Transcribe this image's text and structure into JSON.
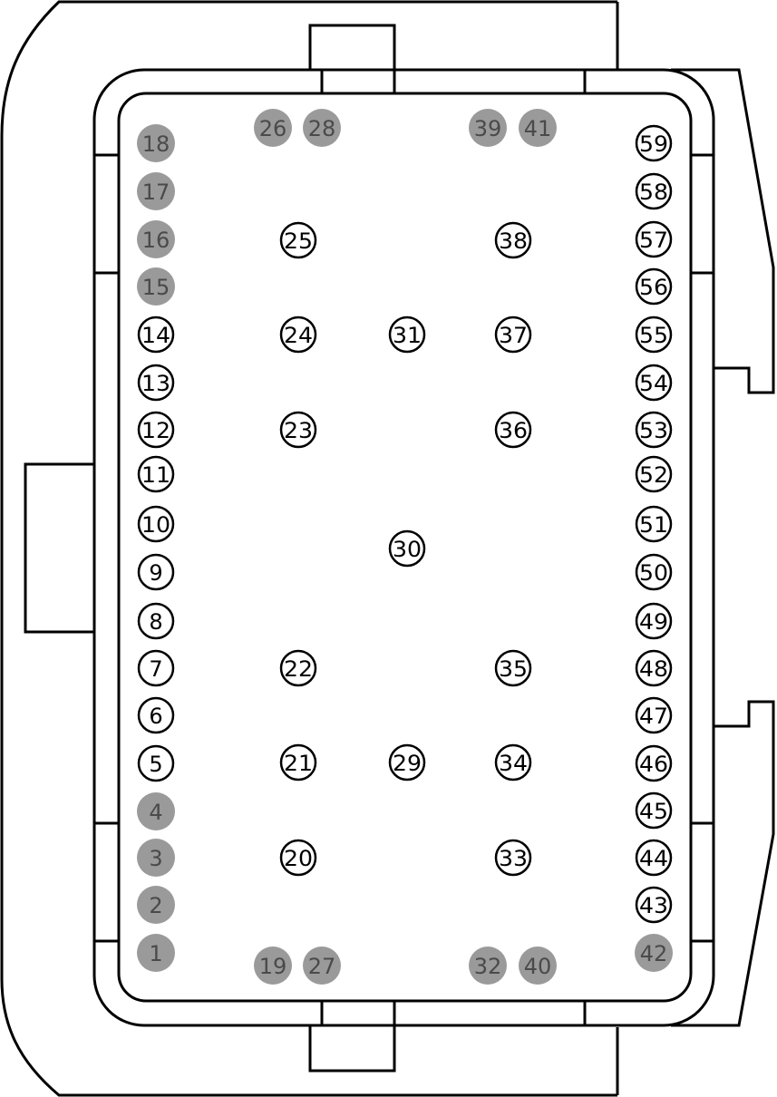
{
  "colors": {
    "stroke": "#000000",
    "background": "#ffffff",
    "unused_fill": "#9a9a9a",
    "unused_text": "#4a4a4a",
    "used_text": "#000000"
  },
  "pins": [
    {
      "label": "1",
      "status": "unused"
    },
    {
      "label": "2",
      "status": "unused"
    },
    {
      "label": "3",
      "status": "unused"
    },
    {
      "label": "4",
      "status": "unused"
    },
    {
      "label": "5",
      "status": "used"
    },
    {
      "label": "6",
      "status": "used"
    },
    {
      "label": "7",
      "status": "used"
    },
    {
      "label": "8",
      "status": "used"
    },
    {
      "label": "9",
      "status": "used"
    },
    {
      "label": "10",
      "status": "used"
    },
    {
      "label": "11",
      "status": "used"
    },
    {
      "label": "12",
      "status": "used"
    },
    {
      "label": "13",
      "status": "used"
    },
    {
      "label": "14",
      "status": "used"
    },
    {
      "label": "15",
      "status": "unused"
    },
    {
      "label": "16",
      "status": "unused"
    },
    {
      "label": "17",
      "status": "unused"
    },
    {
      "label": "18",
      "status": "unused"
    },
    {
      "label": "19",
      "status": "unused"
    },
    {
      "label": "20",
      "status": "used"
    },
    {
      "label": "21",
      "status": "used"
    },
    {
      "label": "22",
      "status": "used"
    },
    {
      "label": "23",
      "status": "used"
    },
    {
      "label": "24",
      "status": "used"
    },
    {
      "label": "25",
      "status": "used"
    },
    {
      "label": "26",
      "status": "unused"
    },
    {
      "label": "27",
      "status": "unused"
    },
    {
      "label": "28",
      "status": "unused"
    },
    {
      "label": "29",
      "status": "used"
    },
    {
      "label": "30",
      "status": "used"
    },
    {
      "label": "31",
      "status": "used"
    },
    {
      "label": "32",
      "status": "unused"
    },
    {
      "label": "33",
      "status": "used"
    },
    {
      "label": "34",
      "status": "used"
    },
    {
      "label": "35",
      "status": "used"
    },
    {
      "label": "36",
      "status": "used"
    },
    {
      "label": "37",
      "status": "used"
    },
    {
      "label": "38",
      "status": "used"
    },
    {
      "label": "39",
      "status": "unused"
    },
    {
      "label": "40",
      "status": "unused"
    },
    {
      "label": "41",
      "status": "unused"
    },
    {
      "label": "42",
      "status": "unused"
    },
    {
      "label": "43",
      "status": "used"
    },
    {
      "label": "44",
      "status": "used"
    },
    {
      "label": "45",
      "status": "used"
    },
    {
      "label": "46",
      "status": "used"
    },
    {
      "label": "47",
      "status": "used"
    },
    {
      "label": "48",
      "status": "used"
    },
    {
      "label": "49",
      "status": "used"
    },
    {
      "label": "50",
      "status": "used"
    },
    {
      "label": "51",
      "status": "used"
    },
    {
      "label": "52",
      "status": "used"
    },
    {
      "label": "53",
      "status": "used"
    },
    {
      "label": "54",
      "status": "used"
    },
    {
      "label": "55",
      "status": "used"
    },
    {
      "label": "56",
      "status": "used"
    },
    {
      "label": "57",
      "status": "used"
    },
    {
      "label": "58",
      "status": "used"
    },
    {
      "label": "59",
      "status": "used"
    }
  ]
}
